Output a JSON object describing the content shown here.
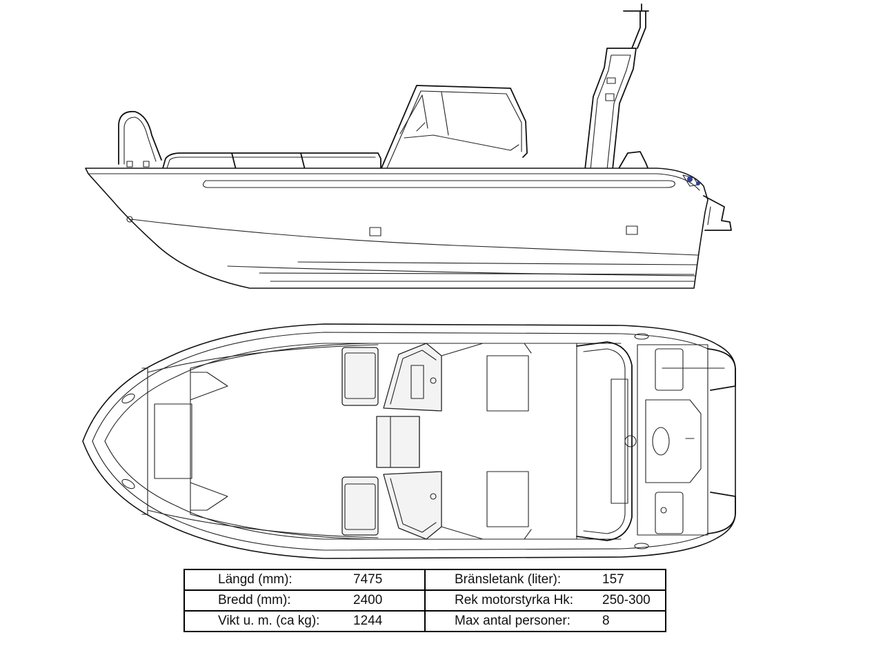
{
  "specs": {
    "left": [
      {
        "label": "Längd (mm):",
        "value": "7475"
      },
      {
        "label": "Bredd (mm):",
        "value": "2400"
      },
      {
        "label": "Vikt u. m. (ca kg):",
        "value": "1244"
      }
    ],
    "right": [
      {
        "label": "Bränsletank (liter):",
        "value": "157"
      },
      {
        "label": "Rek motorstyrka Hk:",
        "value": "250-300"
      },
      {
        "label": "Max antal personer:",
        "value": "8"
      }
    ]
  }
}
